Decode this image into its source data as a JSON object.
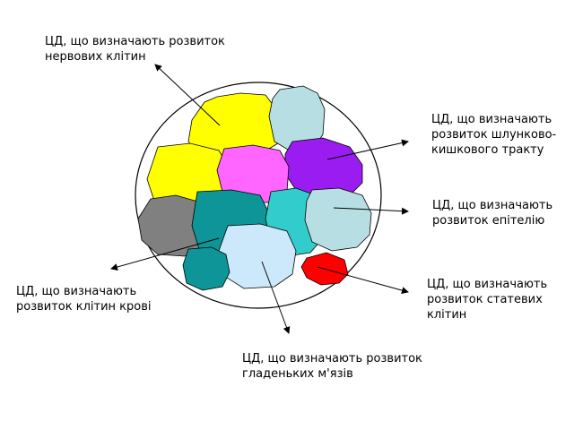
{
  "labels": {
    "nerve": "ЦД, що визначають розвиток\nнервових клітин",
    "gi": "ЦД, що визначають\nрозвиток шлунково-\nкишкового тракту",
    "epithelium": "ЦД, що визначають\nрозвиток епітелію",
    "germ": "ЦД, що визначають\nрозвиток статевих\nклітин",
    "smooth_muscle": "ЦД, що визначають розвиток\nгладеньких м'язів",
    "blood": "ЦД, що визначають\nрозвиток клітин крові"
  },
  "colors": {
    "yellow": "#ffff00",
    "light_blue_gray": "#b7dfe3",
    "purple": "#9b1cf0",
    "pink": "#ff66ff",
    "teal": "#0d9597",
    "turquoise": "#33cccc",
    "gray": "#808080",
    "pale_blue": "#cce9fb",
    "red": "#ff0000",
    "outline": "#000000"
  }
}
